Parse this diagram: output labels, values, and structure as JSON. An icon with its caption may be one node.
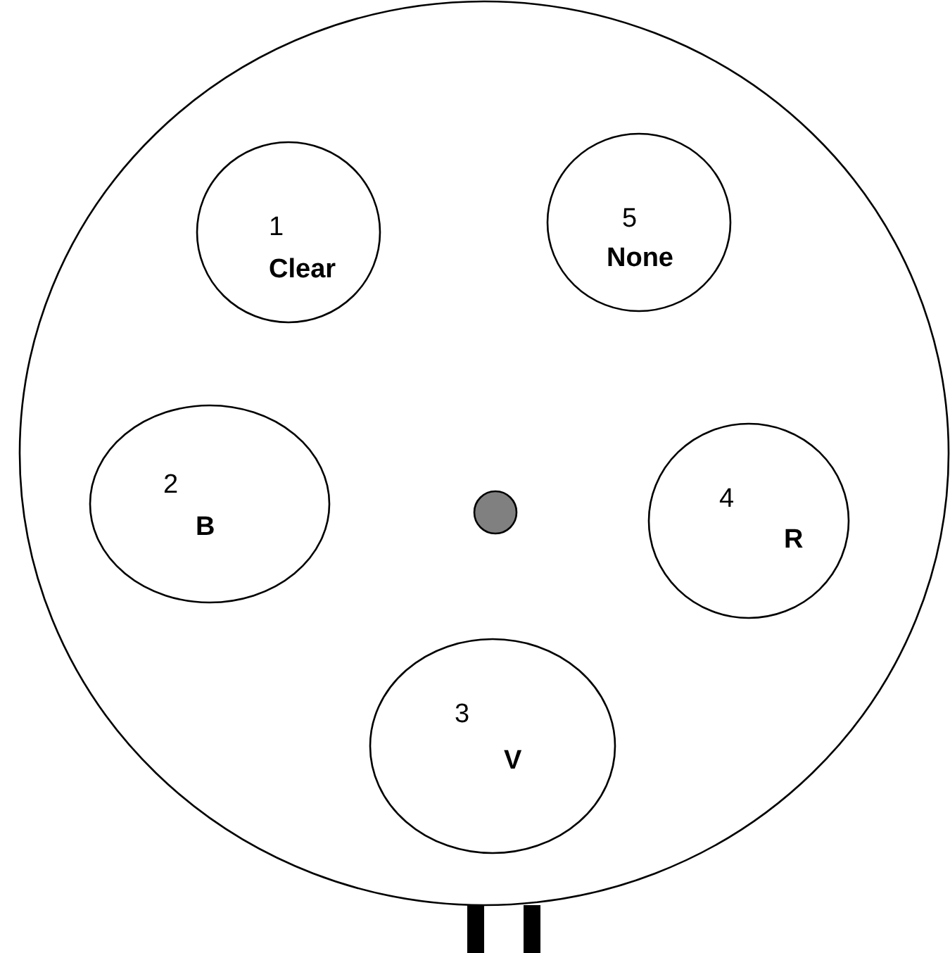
{
  "diagram": {
    "nodes": [
      {
        "text": [],
        "shape": "circle"
      },
      {
        "text": [
          "1",
          "Clear"
        ],
        "in": 0
      },
      {
        "text": [
          "5",
          "None"
        ],
        "in": 0
      },
      {
        "text": [],
        "shape": "circle",
        "in": 0
      },
      {
        "text": [
          "2",
          "B"
        ],
        "in": 0
      },
      {
        "text": [
          "4",
          "R"
        ],
        "in": 0
      },
      {
        "text": [
          "3",
          "V"
        ],
        "in": 0
      }
    ]
  }
}
